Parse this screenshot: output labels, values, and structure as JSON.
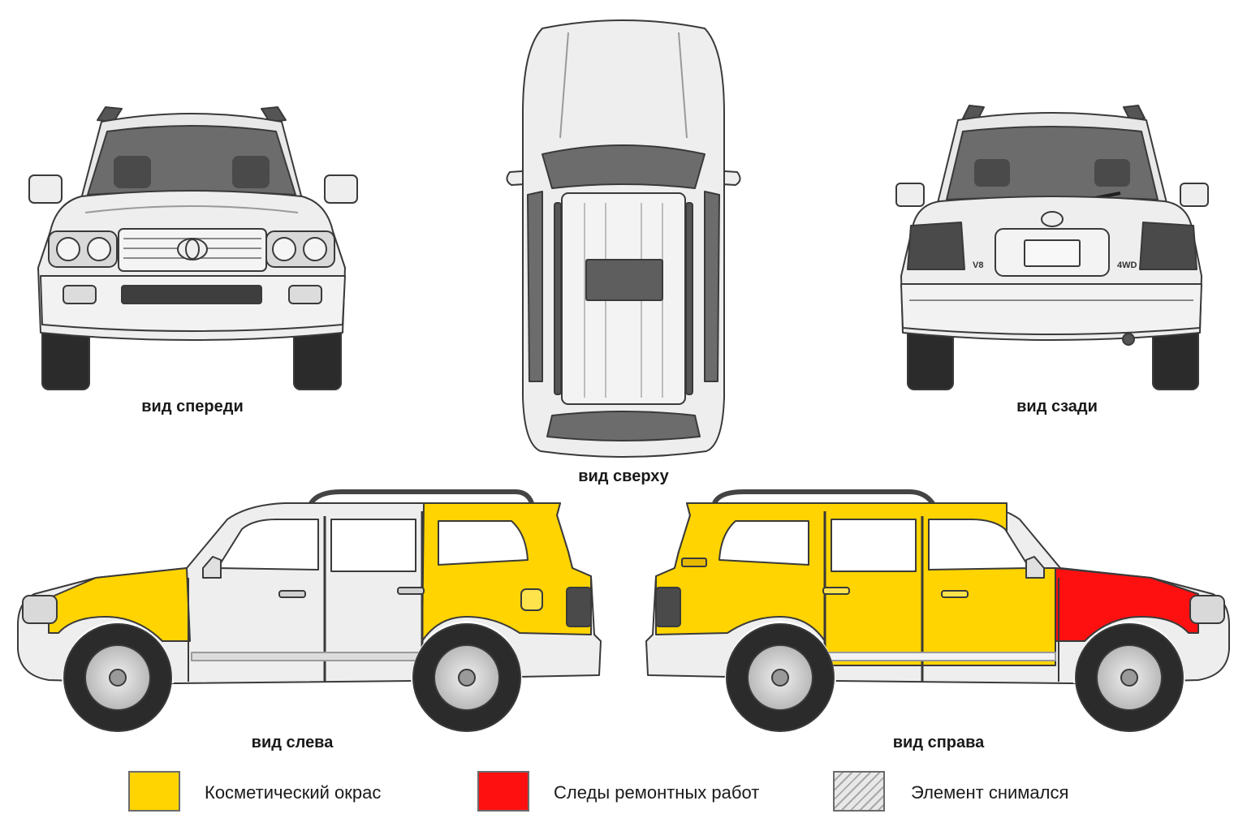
{
  "views": {
    "front": "вид спереди",
    "top": "вид сверху",
    "rear": "вид сзади",
    "left": "вид слева",
    "right": "вид справа"
  },
  "badges": {
    "rear_left": "V8",
    "rear_right": "4WD"
  },
  "legend": [
    {
      "label": "Косметический окрас",
      "color": "#ffd400"
    },
    {
      "label": "Следы ремонтных работ",
      "color": "#ff1010"
    },
    {
      "label": "Элемент снимался",
      "color": "hatch"
    }
  ],
  "colors": {
    "body": "#eeeeee",
    "outline": "#3a3a3a",
    "glass": "#6c6c6c",
    "tire": "#2b2b2b",
    "cosmetic_paint": "#ffd400",
    "repair": "#ff1010"
  }
}
